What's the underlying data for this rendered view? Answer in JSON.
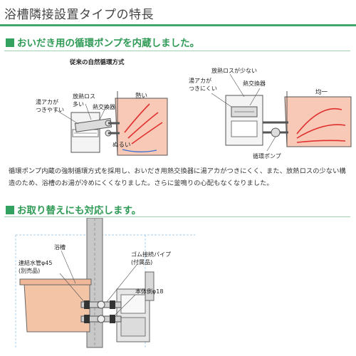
{
  "page": {
    "title": "浴槽隣接設置タイプの特長"
  },
  "section1": {
    "heading": "おいだき用の循環ポンプを内蔵しました。",
    "left_diagram": {
      "title": "従来の自然循環方式",
      "label_yuaka": "湯アカが\nつきやすい",
      "label_loss": "放熱ロス\n多い",
      "label_exchanger": "熱交換器",
      "label_hot": "熱い",
      "label_lukewarm": "ぬるい"
    },
    "right_diagram": {
      "label_loss": "放熱ロスが少ない",
      "label_yuaka": "湯アカが\nつきにくい",
      "label_exchanger": "熱交換器",
      "label_even": "均一",
      "label_pump": "循環ポンプ"
    },
    "description": "循環ポンプ内蔵の強制循環方式を採用し、おいだき用熱交換器に湯アカがつきにくく、また、放熱ロスの少ない構造のため、浴槽のお湯が冷めにくくなりました。さらに釜鳴りの心配もなくなりました。"
  },
  "section2": {
    "heading": "お取り替えにも対応します。",
    "diagram": {
      "label_bathtub": "浴槽",
      "label_pipe": "連結水管φ45\n(別売品)",
      "label_hose": "ゴム接続パイプ\n(付属品)",
      "label_body": "本体側φ18"
    }
  },
  "colors": {
    "accent": "#33a160",
    "water": "#f7c9b6",
    "arrow": "#e03030"
  }
}
